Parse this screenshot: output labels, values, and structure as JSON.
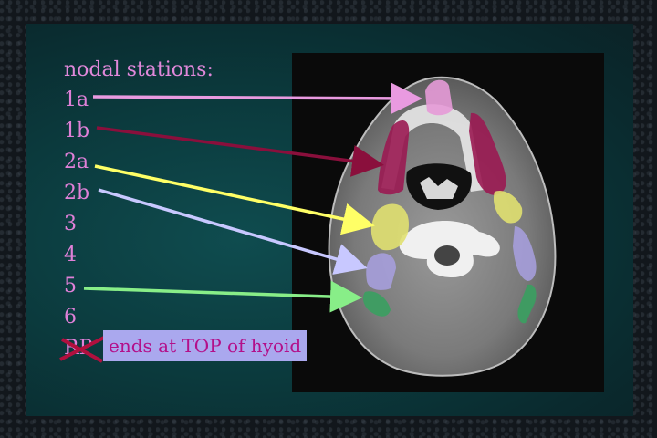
{
  "title": "nodal stations:",
  "stations": [
    "1a",
    "1b",
    "2a",
    "2b",
    "3",
    "4",
    "5",
    "6",
    "RP"
  ],
  "callout": "ends at TOP of hyoid",
  "colors": {
    "label_text": "#e080d8",
    "callout_bg": "#aaa8ee",
    "callout_text": "#b3108a",
    "rp_cross": "#b0103e",
    "arrow_1a": "#e99ae0",
    "arrow_1b": "#8a0f3c",
    "arrow_2a": "#ffff66",
    "arrow_2b": "#c8c8ff",
    "arrow_5": "#88ee88"
  }
}
